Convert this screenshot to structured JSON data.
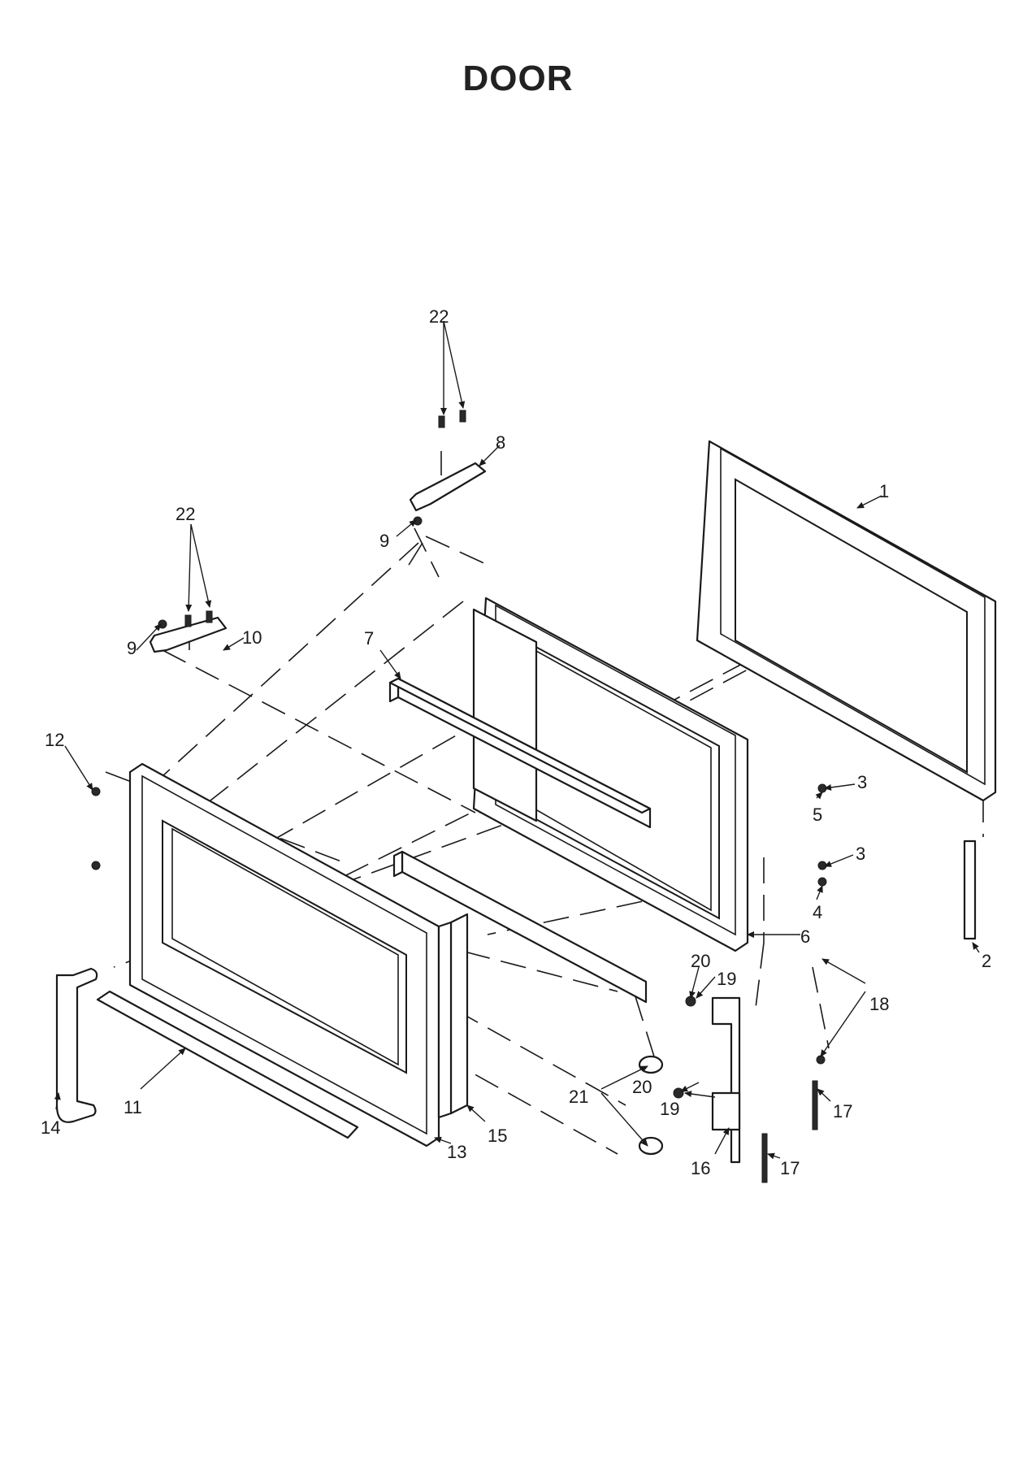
{
  "title": "DOOR",
  "callouts": [
    "1",
    "2",
    "3",
    "3",
    "4",
    "5",
    "6",
    "7",
    "8",
    "9",
    "9",
    "10",
    "11",
    "12",
    "13",
    "14",
    "15",
    "16",
    "17",
    "17",
    "18",
    "19",
    "19",
    "20",
    "20",
    "21",
    "22",
    "22"
  ]
}
